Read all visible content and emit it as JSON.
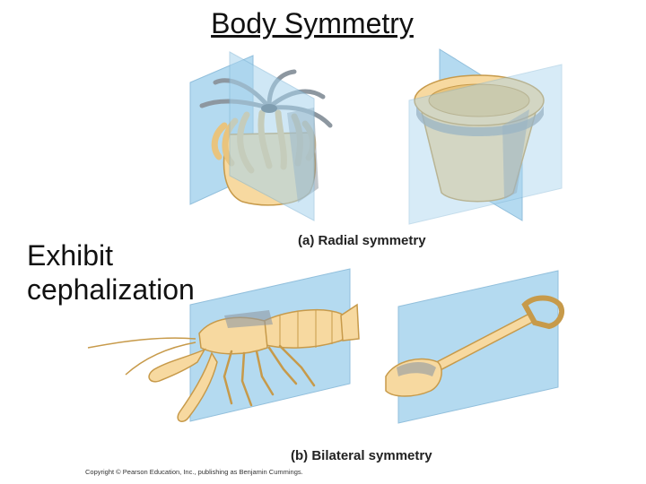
{
  "slide": {
    "title": "Body Symmetry",
    "side_text_lines": [
      "Exhibit",
      "cephalization"
    ]
  },
  "figure": {
    "caption_a": "(a) Radial symmetry",
    "caption_b": "(b) Bilateral symmetry",
    "copyright": "Copyright © Pearson Education, Inc., publishing as Benjamin Cummings."
  },
  "colors": {
    "plane": "#a8d4ee",
    "body_fill": "#f7d9a0",
    "body_stroke": "#c79a4a",
    "plane_shadow": "#8f99a3"
  }
}
